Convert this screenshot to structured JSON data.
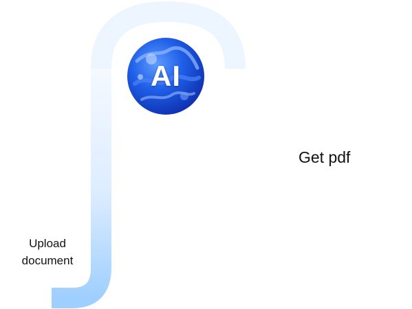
{
  "flow": {
    "start_label_line1": "Upload",
    "start_label_line2": "document",
    "center_badge": "AI",
    "end_label": "Get pdf"
  },
  "colors": {
    "path_light": "#f3f8ff",
    "path_dark": "#8ec5ff",
    "badge_blue": "#1f5fe8",
    "badge_dark": "#0c2aa8",
    "label_text": "#111111"
  }
}
